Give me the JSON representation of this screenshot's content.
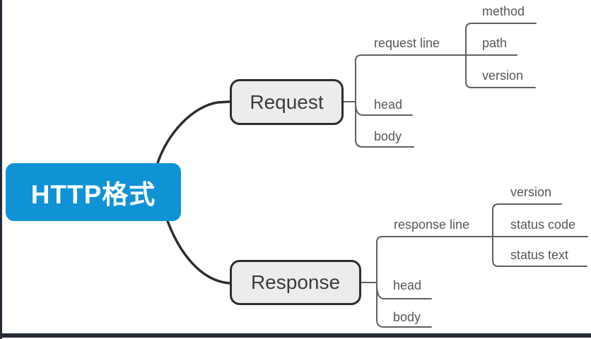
{
  "mindmap": {
    "root": {
      "label": "HTTP格式"
    },
    "branches": [
      {
        "label": "Request",
        "children": [
          {
            "label": "request line",
            "children": [
              {
                "label": "method"
              },
              {
                "label": "path"
              },
              {
                "label": "version"
              }
            ]
          },
          {
            "label": "head"
          },
          {
            "label": "body"
          }
        ]
      },
      {
        "label": "Response",
        "children": [
          {
            "label": "response line",
            "children": [
              {
                "label": "version"
              },
              {
                "label": "status code"
              },
              {
                "label": "status text"
              }
            ]
          },
          {
            "label": "head"
          },
          {
            "label": "body"
          }
        ]
      }
    ]
  },
  "colors": {
    "root_fill": "#1093d5",
    "root_text": "#ffffff",
    "node_fill": "#ececec",
    "node_border": "#2e2e2e",
    "branch_line": "#5d6164",
    "label_text": "#55585c",
    "frame_border": "#262b37"
  }
}
